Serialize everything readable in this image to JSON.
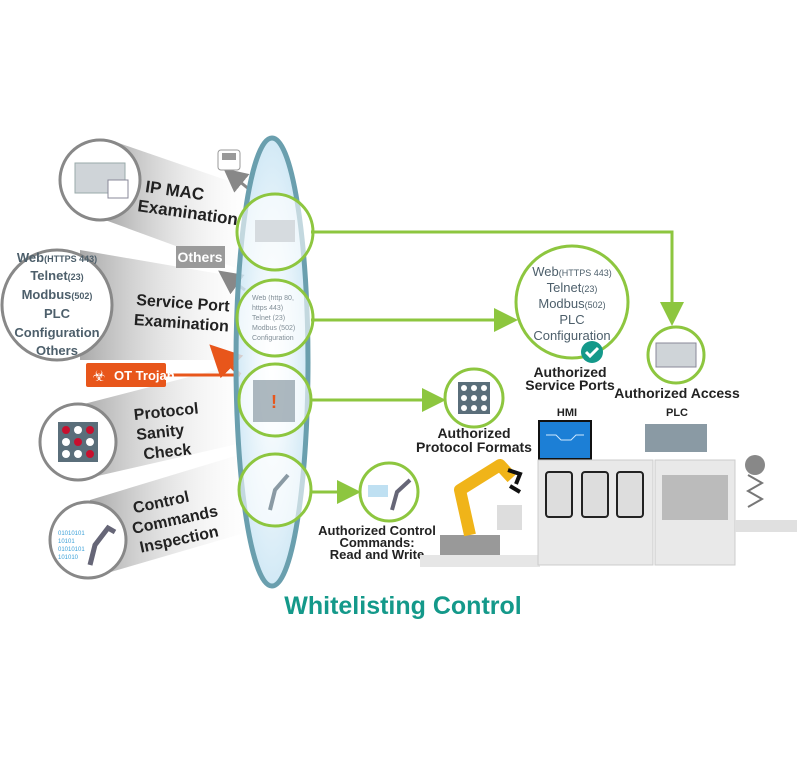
{
  "title": "Whitelisting Control",
  "colors": {
    "accent_green": "#8dc63f",
    "title_teal": "#14998a",
    "trojan_orange": "#e8561b",
    "lens_edge": "#6a9fae",
    "protocol_red": "#c8102e"
  },
  "inspections": {
    "ip_mac": {
      "label_1": "IP MAC",
      "label_2": "Examination"
    },
    "others_badge": "Others",
    "service_port": {
      "label_1": "Service Port",
      "label_2": "Examination",
      "ports": [
        "Web",
        "(HTTPS 443)",
        "Telnet",
        "(23)",
        "Modbus",
        "(502)",
        "PLC",
        "Configuration",
        "Others"
      ]
    },
    "trojan_badge": "OT Trojan",
    "protocol": {
      "label_1": "Protocol",
      "label_2": "Sanity",
      "label_3": "Check"
    },
    "control": {
      "label_1": "Control",
      "label_2": "Commands",
      "label_3": "Inspection",
      "binary": [
        "01010101",
        "10101",
        "01010101",
        "101010"
      ]
    }
  },
  "lens_ports": [
    "Web (http 80,",
    "https 443)",
    "Telnet (23)",
    "Modbus (502)",
    "Configuration"
  ],
  "authorized": {
    "service_ports": {
      "label_1": "Authorized",
      "label_2": "Service Ports",
      "items": [
        "Web",
        "(HTTPS 443)",
        "Telnet",
        "(23)",
        "Modbus",
        "(502)",
        "PLC",
        "Configuration"
      ]
    },
    "access": "Authorized Access",
    "protocol_formats": {
      "label_1": "Authorized",
      "label_2": "Protocol Formats"
    },
    "control": {
      "label_1": "Authorized Control",
      "label_2": "Commands:",
      "label_3": "Read and Write"
    }
  },
  "devices": {
    "hmi": "HMI",
    "plc": "PLC"
  }
}
